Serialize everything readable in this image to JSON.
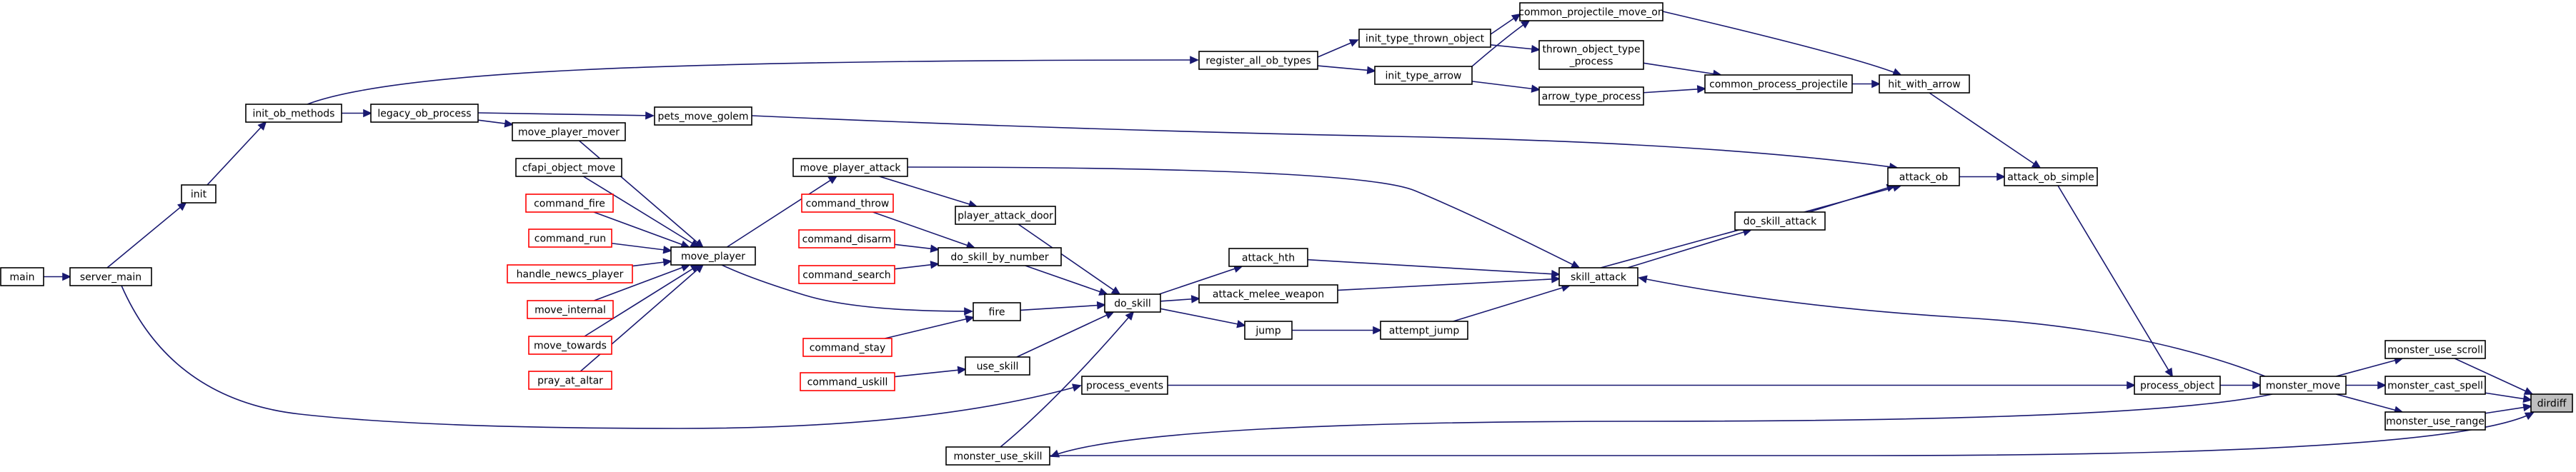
{
  "graph": {
    "type": "caller-graph",
    "colors": {
      "edge": "#191970",
      "node_border": "#000000",
      "undocumented_border": "#ff0000",
      "current_fill": "#bfbfbf"
    },
    "nodes": {
      "dirdiff": {
        "label": "dirdiff",
        "style": "current"
      },
      "monster_use_scroll": {
        "label": "monster_use_scroll"
      },
      "monster_cast_spell": {
        "label": "monster_cast_spell"
      },
      "monster_use_range": {
        "label": "monster_use_range"
      },
      "monster_use_skill": {
        "label": "monster_use_skill"
      },
      "monster_move": {
        "label": "monster_move"
      },
      "process_object": {
        "label": "process_object"
      },
      "process_events": {
        "label": "process_events"
      },
      "server_main": {
        "label": "server_main"
      },
      "main": {
        "label": "main"
      },
      "skill_attack": {
        "label": "skill_attack"
      },
      "attack_hth": {
        "label": "attack_hth"
      },
      "attack_melee_weapon": {
        "label": "attack_melee_weapon"
      },
      "attempt_jump": {
        "label": "attempt_jump"
      },
      "jump": {
        "label": "jump"
      },
      "do_skill": {
        "label": "do_skill"
      },
      "do_skill_attack": {
        "label": "do_skill_attack"
      },
      "attack_ob": {
        "label": "attack_ob"
      },
      "attack_ob_simple": {
        "label": "attack_ob_simple"
      },
      "hit_with_arrow": {
        "label": "hit_with_arrow"
      },
      "common_process_projectile": {
        "label": "common_process_projectile"
      },
      "common_projectile_move_on": {
        "label": "common_projectile_move_on"
      },
      "thrown_object_type_process": {
        "label": "thrown_object_type\n_process"
      },
      "arrow_type_process": {
        "label": "arrow_type_process"
      },
      "init_type_thrown_object": {
        "label": "init_type_thrown_object"
      },
      "init_type_arrow": {
        "label": "init_type_arrow"
      },
      "register_all_ob_types": {
        "label": "register_all_ob_types"
      },
      "init_ob_methods": {
        "label": "init_ob_methods"
      },
      "init": {
        "label": "init"
      },
      "pets_move_golem": {
        "label": "pets_move_golem"
      },
      "legacy_ob_process": {
        "label": "legacy_ob_process"
      },
      "move_player_attack": {
        "label": "move_player_attack"
      },
      "player_attack_door": {
        "label": "player_attack_door"
      },
      "do_skill_by_number": {
        "label": "do_skill_by_number"
      },
      "fire": {
        "label": "fire"
      },
      "use_skill": {
        "label": "use_skill"
      },
      "move_player": {
        "label": "move_player"
      },
      "move_player_mover": {
        "label": "move_player_mover"
      },
      "cfapi_object_move": {
        "label": "cfapi_object_move"
      },
      "command_fire": {
        "label": "command_fire",
        "style": "red"
      },
      "command_run": {
        "label": "command_run",
        "style": "red"
      },
      "handle_newcs_player": {
        "label": "handle_newcs_player",
        "style": "red"
      },
      "move_internal": {
        "label": "move_internal",
        "style": "red"
      },
      "move_towards": {
        "label": "move_towards",
        "style": "red"
      },
      "pray_at_altar": {
        "label": "pray_at_altar",
        "style": "red"
      },
      "command_throw": {
        "label": "command_throw",
        "style": "red"
      },
      "command_disarm": {
        "label": "command_disarm",
        "style": "red"
      },
      "command_search": {
        "label": "command_search",
        "style": "red"
      },
      "command_stay": {
        "label": "command_stay",
        "style": "red"
      },
      "command_uskill": {
        "label": "command_uskill",
        "style": "red"
      }
    },
    "edges": [
      [
        "monster_use_scroll",
        "dirdiff"
      ],
      [
        "monster_cast_spell",
        "dirdiff"
      ],
      [
        "monster_use_range",
        "dirdiff"
      ],
      [
        "monster_use_skill",
        "dirdiff"
      ],
      [
        "monster_move",
        "monster_use_scroll"
      ],
      [
        "monster_move",
        "monster_cast_spell"
      ],
      [
        "monster_move",
        "monster_use_range"
      ],
      [
        "monster_move",
        "monster_use_skill"
      ],
      [
        "monster_move",
        "skill_attack"
      ],
      [
        "process_object",
        "monster_move"
      ],
      [
        "process_events",
        "process_object"
      ],
      [
        "server_main",
        "process_events"
      ],
      [
        "main",
        "server_main"
      ],
      [
        "attack_ob_simple",
        "process_object"
      ],
      [
        "attack_ob",
        "attack_ob_simple"
      ],
      [
        "hit_with_arrow",
        "attack_ob_simple"
      ],
      [
        "skill_attack",
        "attack_ob"
      ],
      [
        "skill_attack",
        "do_skill_attack"
      ],
      [
        "do_skill_attack",
        "attack_ob"
      ],
      [
        "pets_move_golem",
        "attack_ob"
      ],
      [
        "attack_hth",
        "skill_attack"
      ],
      [
        "attack_melee_weapon",
        "skill_attack"
      ],
      [
        "attempt_jump",
        "skill_attack"
      ],
      [
        "move_player_attack",
        "skill_attack"
      ],
      [
        "jump",
        "attempt_jump"
      ],
      [
        "do_skill",
        "attack_hth"
      ],
      [
        "do_skill",
        "attack_melee_weapon"
      ],
      [
        "do_skill",
        "jump"
      ],
      [
        "player_attack_door",
        "do_skill"
      ],
      [
        "do_skill_by_number",
        "do_skill"
      ],
      [
        "fire",
        "do_skill"
      ],
      [
        "use_skill",
        "do_skill"
      ],
      [
        "monster_use_skill",
        "do_skill"
      ],
      [
        "move_player_attack",
        "player_attack_door"
      ],
      [
        "command_throw",
        "do_skill_by_number"
      ],
      [
        "command_disarm",
        "do_skill_by_number"
      ],
      [
        "command_search",
        "do_skill_by_number"
      ],
      [
        "command_stay",
        "fire"
      ],
      [
        "move_player",
        "fire"
      ],
      [
        "command_uskill",
        "use_skill"
      ],
      [
        "move_player",
        "move_player_attack"
      ],
      [
        "move_player_mover",
        "move_player"
      ],
      [
        "cfapi_object_move",
        "move_player"
      ],
      [
        "command_fire",
        "move_player"
      ],
      [
        "command_run",
        "move_player"
      ],
      [
        "handle_newcs_player",
        "move_player"
      ],
      [
        "move_internal",
        "move_player"
      ],
      [
        "move_towards",
        "move_player"
      ],
      [
        "pray_at_altar",
        "move_player"
      ],
      [
        "legacy_ob_process",
        "move_player_mover"
      ],
      [
        "legacy_ob_process",
        "pets_move_golem"
      ],
      [
        "init_ob_methods",
        "legacy_ob_process"
      ],
      [
        "init_ob_methods",
        "register_all_ob_types"
      ],
      [
        "init",
        "init_ob_methods"
      ],
      [
        "server_main",
        "init"
      ],
      [
        "common_process_projectile",
        "hit_with_arrow"
      ],
      [
        "common_projectile_move_on",
        "hit_with_arrow"
      ],
      [
        "thrown_object_type_process",
        "common_process_projectile"
      ],
      [
        "arrow_type_process",
        "common_process_projectile"
      ],
      [
        "init_type_thrown_object",
        "common_projectile_move_on"
      ],
      [
        "init_type_thrown_object",
        "thrown_object_type_process"
      ],
      [
        "init_type_arrow",
        "common_projectile_move_on"
      ],
      [
        "init_type_arrow",
        "arrow_type_process"
      ],
      [
        "register_all_ob_types",
        "init_type_thrown_object"
      ],
      [
        "register_all_ob_types",
        "init_type_arrow"
      ]
    ]
  }
}
